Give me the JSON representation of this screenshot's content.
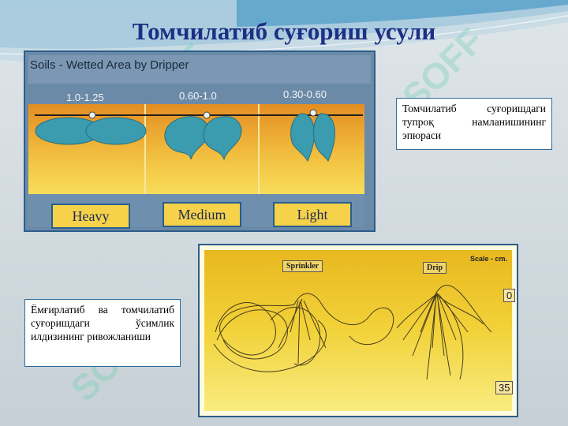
{
  "slide": {
    "title": "Томчилатиб суғориш усули"
  },
  "figure_soils": {
    "header": "Soils - Wetted Area by Dripper",
    "rates": [
      "1.0-1.25",
      "0.60-1.0",
      "0.30-0.60"
    ],
    "soil_types": [
      "Heavy",
      "Medium",
      "Light"
    ]
  },
  "caption_top": {
    "text": "Томчилатиб суғоришдаги тупроқ намланишининг эпюраси"
  },
  "figure_roots": {
    "sprinkler_label": "Sprinkler",
    "drip_label": "Drip",
    "scale_label": "Scale - cm.",
    "depth_top": "0",
    "depth_bottom": "35"
  },
  "caption_bottom": {
    "text": "Ёмғирлатиб ва томчилатиб суғоришдаги ўсимлик илдизининг ривожланиши"
  },
  "colors": {
    "title": "#1d2f84",
    "soil_gradient_top": "#e79a2a",
    "wetted_area": "#3a9cae",
    "panel_border": "#2d5d8a"
  },
  "watermark": {
    "text": "SOFF"
  }
}
